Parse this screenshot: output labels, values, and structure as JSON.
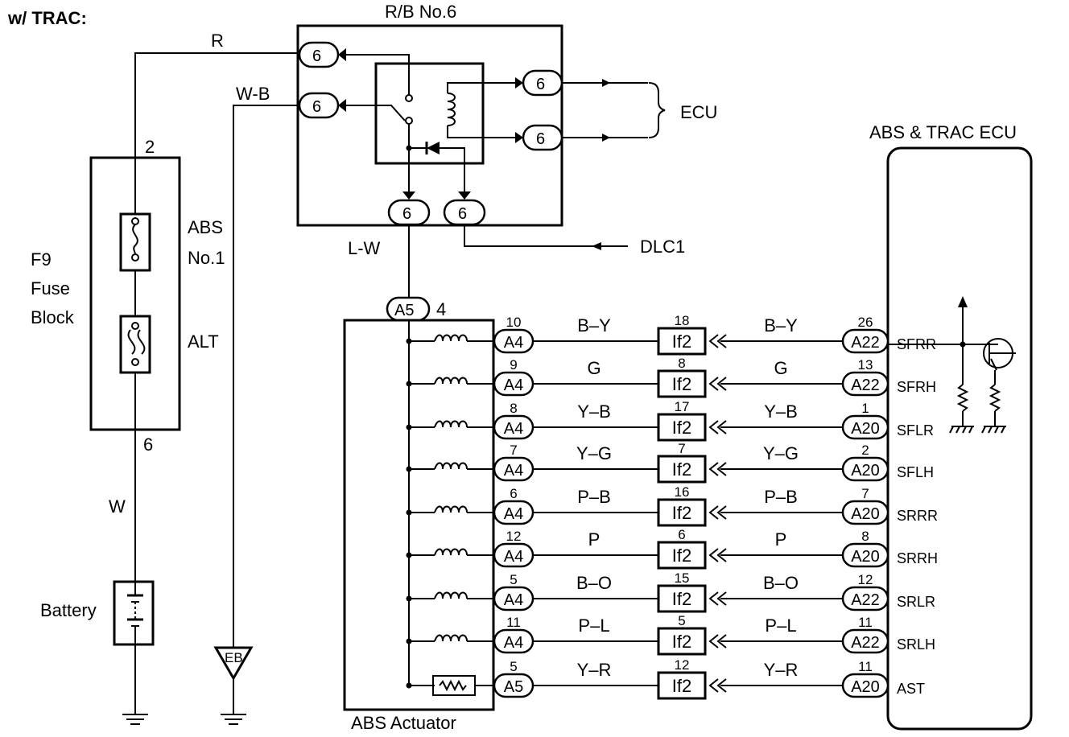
{
  "header": {
    "variant": "w/ TRAC:"
  },
  "relay_block": {
    "name": "R/B No.6",
    "pin": "6"
  },
  "fuse_block": {
    "name_lines": [
      "F9",
      "Fuse",
      "Block"
    ],
    "fuse1_lines": [
      "ABS",
      "No.1"
    ],
    "fuse2": "ALT",
    "top_pin": "2",
    "bottom_pin": "6"
  },
  "wires": {
    "r": "R",
    "wb": "W-B",
    "w": "W",
    "lw": "L-W"
  },
  "battery": "Battery",
  "ground": "EB",
  "ecu_ref": "ECU",
  "dlc": "DLC1",
  "actuator": {
    "name": "ABS Actuator",
    "connector": "A5",
    "pin": "4"
  },
  "ecu": {
    "name": "ABS & TRAC ECU"
  },
  "junction_connector": "If2",
  "channels": [
    {
      "act_conn": "A4",
      "act_pin": "10",
      "color_left": "B-Y",
      "j_pin": "18",
      "color_right": "B-Y",
      "ecu_conn": "A22",
      "ecu_pin": "26",
      "signal": "SFRR"
    },
    {
      "act_conn": "A4",
      "act_pin": "9",
      "color_left": "G",
      "j_pin": "8",
      "color_right": "G",
      "ecu_conn": "A22",
      "ecu_pin": "13",
      "signal": "SFRH"
    },
    {
      "act_conn": "A4",
      "act_pin": "8",
      "color_left": "Y-B",
      "j_pin": "17",
      "color_right": "Y-B",
      "ecu_conn": "A20",
      "ecu_pin": "1",
      "signal": "SFLR"
    },
    {
      "act_conn": "A4",
      "act_pin": "7",
      "color_left": "Y-G",
      "j_pin": "7",
      "color_right": "Y-G",
      "ecu_conn": "A20",
      "ecu_pin": "2",
      "signal": "SFLH"
    },
    {
      "act_conn": "A4",
      "act_pin": "6",
      "color_left": "P-B",
      "j_pin": "16",
      "color_right": "P-B",
      "ecu_conn": "A20",
      "ecu_pin": "7",
      "signal": "SRRR"
    },
    {
      "act_conn": "A4",
      "act_pin": "12",
      "color_left": "P",
      "j_pin": "6",
      "color_right": "P",
      "ecu_conn": "A20",
      "ecu_pin": "8",
      "signal": "SRRH"
    },
    {
      "act_conn": "A4",
      "act_pin": "5",
      "color_left": "B-O",
      "j_pin": "15",
      "color_right": "B-O",
      "ecu_conn": "A22",
      "ecu_pin": "12",
      "signal": "SRLR"
    },
    {
      "act_conn": "A4",
      "act_pin": "11",
      "color_left": "P-L",
      "j_pin": "5",
      "color_right": "P-L",
      "ecu_conn": "A22",
      "ecu_pin": "11",
      "signal": "SRLH"
    },
    {
      "act_conn": "A5",
      "act_pin": "5",
      "color_left": "Y-R",
      "j_pin": "12",
      "color_right": "Y-R",
      "ecu_conn": "A20",
      "ecu_pin": "11",
      "signal": "AST"
    }
  ]
}
